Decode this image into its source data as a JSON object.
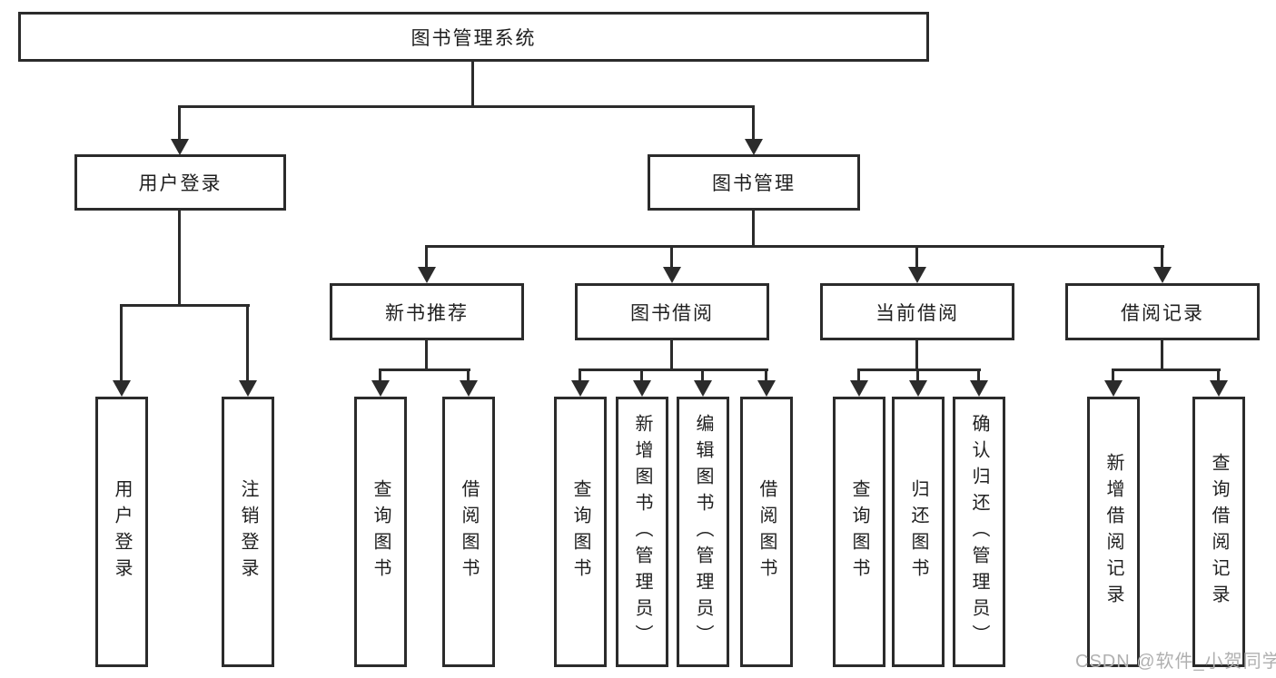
{
  "diagram_type": "functional-structure-tree",
  "colors": {
    "line": "#2b2b2b",
    "box_border": "#2b2b2b",
    "box_fill": "#ffffff",
    "text": "#1f1f1f",
    "watermark": "#b0b0b0",
    "background": "#ffffff"
  },
  "watermark": "CSDN @软件_小贺同学",
  "tree": {
    "label": "图书管理系统",
    "children": [
      {
        "label": "用户登录",
        "children": [
          {
            "label": "用户登录"
          },
          {
            "label": "注销登录"
          }
        ]
      },
      {
        "label": "图书管理",
        "children": [
          {
            "label": "新书推荐",
            "children": [
              {
                "label": "查询图书"
              },
              {
                "label": "借阅图书"
              }
            ]
          },
          {
            "label": "图书借阅",
            "children": [
              {
                "label": "查询图书"
              },
              {
                "label": "新增图书（管理员）"
              },
              {
                "label": "编辑图书（管理员）"
              },
              {
                "label": "借阅图书"
              }
            ]
          },
          {
            "label": "当前借阅",
            "children": [
              {
                "label": "查询图书"
              },
              {
                "label": "归还图书"
              },
              {
                "label": "确认归还（管理员）"
              }
            ]
          },
          {
            "label": "借阅记录",
            "children": [
              {
                "label": "新增借阅记录"
              },
              {
                "label": "查询借阅记录"
              }
            ]
          }
        ]
      }
    ]
  }
}
